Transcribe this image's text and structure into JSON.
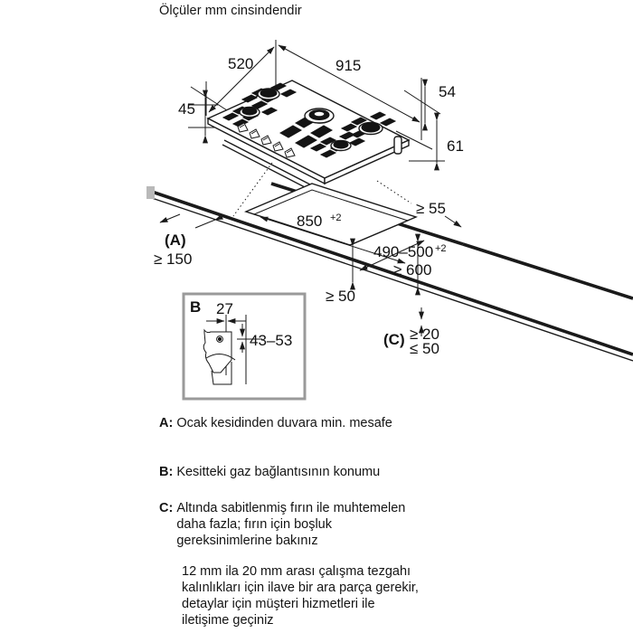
{
  "header": {
    "note": "Ölçüler mm cinsindendir"
  },
  "diagram": {
    "title": "Gas hob installation dimension drawing",
    "hob_dimensions": {
      "depth": "520",
      "width": "915",
      "front_height": "45",
      "top_offset": "54",
      "pipe_height": "61"
    },
    "cutout_dimensions": {
      "cutout_width": "850",
      "cutout_width_tol": "+2",
      "cutout_depth": "490–500",
      "cutout_depth_tol": "+2",
      "wall_distance_a": "≥ 150",
      "label_a": "(A)",
      "rear_min": "≥ 55",
      "worktop_depth_min": "≥ 600",
      "side_min": "≥ 50",
      "label_c": "(C)",
      "thickness_min": "≥ 20",
      "thickness_max": "≤ 50"
    },
    "detail_b": {
      "label": "B",
      "width": "27",
      "height_range": "43–53"
    }
  },
  "legend": {
    "items": [
      {
        "key": "A:",
        "lines": [
          "Ocak kesidinden duvara min. mesafe"
        ]
      },
      {
        "key": "B:",
        "lines": [
          "Kesitteki gaz bağlantısının konumu"
        ]
      },
      {
        "key": "C:",
        "lines": [
          "Altında sabitlenmiş fırın ile muhtemelen",
          "daha fazla; fırın için boşluk",
          "gereksinimlerine bakınız"
        ]
      }
    ],
    "extra_paragraph": [
      "12 mm ila 20 mm arası çalışma tezgahı",
      "kalınlıkları için ilave bir ara parça gerekir,",
      "detaylar için müşteri hizmetleri ile",
      "iletişime geçiniz"
    ]
  },
  "colors": {
    "ink": "#1a1a1a",
    "paper": "#ffffff",
    "frame": "#9a9a9a"
  }
}
